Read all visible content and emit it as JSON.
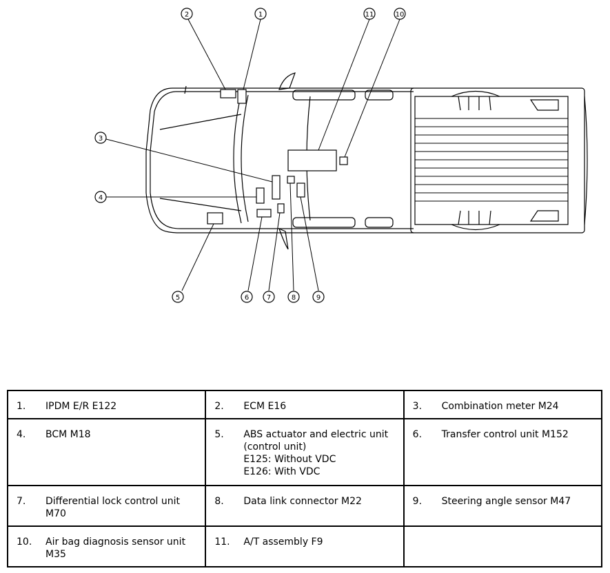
{
  "callouts": [
    {
      "num": "1",
      "text": "IPDM E/R E122"
    },
    {
      "num": "2",
      "text": "ECM E16"
    },
    {
      "num": "3",
      "text": "Combination meter M24"
    },
    {
      "num": "4",
      "text": "BCM M18"
    },
    {
      "num": "5",
      "text": "ABS actuator and electric unit (control unit)\nE125: Without VDC\nE126: With VDC"
    },
    {
      "num": "6",
      "text": "Transfer control unit M152"
    },
    {
      "num": "7",
      "text": "Differential lock control unit M70"
    },
    {
      "num": "8",
      "text": "Data link connector M22"
    },
    {
      "num": "9",
      "text": "Steering angle sensor M47"
    },
    {
      "num": "10",
      "text": "Air bag diagnosis sensor unit M35"
    },
    {
      "num": "11",
      "text": "A/T assembly F9"
    }
  ]
}
